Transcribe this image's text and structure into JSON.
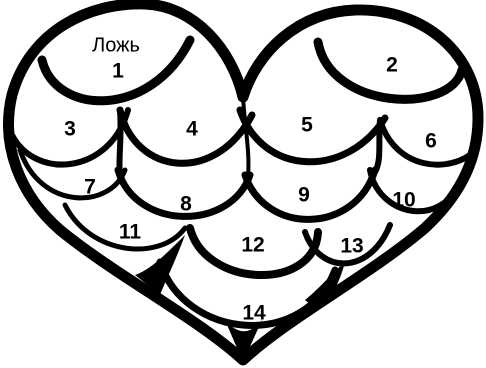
{
  "puzzle": {
    "line_color": "#000000",
    "fill_color": "#ffffff",
    "word": "Ложь",
    "cells": [
      {
        "number": "1"
      },
      {
        "number": "2"
      },
      {
        "number": "3"
      },
      {
        "number": "4"
      },
      {
        "number": "5"
      },
      {
        "number": "6"
      },
      {
        "number": "7"
      },
      {
        "number": "8"
      },
      {
        "number": "9"
      },
      {
        "number": "10"
      },
      {
        "number": "11"
      },
      {
        "number": "12"
      },
      {
        "number": "13"
      },
      {
        "number": "14"
      }
    ]
  }
}
